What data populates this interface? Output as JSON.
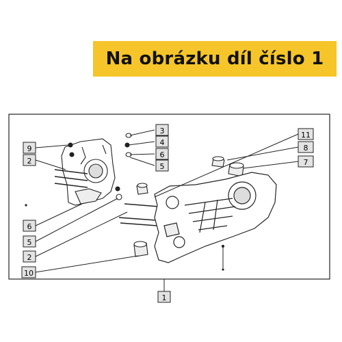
{
  "banner": {
    "text": "Na obrázku díl číslo 1",
    "background": "#f5c52a"
  },
  "callouts": {
    "c1": "1",
    "c2a": "2",
    "c2b": "2",
    "c3": "3",
    "c4": "4",
    "c5a": "5",
    "c5b": "5",
    "c6a": "6",
    "c6b": "6",
    "c7": "7",
    "c8": "8",
    "c9": "9",
    "c10": "10",
    "c11": "11"
  },
  "colors": {
    "box_fill": "#e3e3e3",
    "line": "#222222"
  }
}
